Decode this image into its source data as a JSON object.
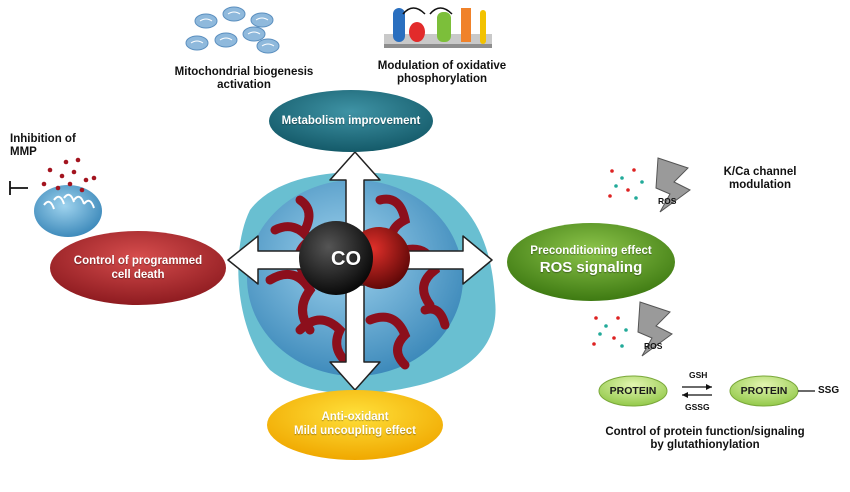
{
  "center": {
    "label": "CO"
  },
  "nodes": {
    "top": "Metabolism improvement",
    "left_line1": "Control of programmed",
    "left_line2": "cell death",
    "right_line1": "Preconditioning effect",
    "right_line2": "ROS signaling",
    "bottom_line1": "Anti-oxidant",
    "bottom_line2": "Mild uncoupling effect"
  },
  "annotations": {
    "mito_bio_line1": "Mitochondrial biogenesis",
    "mito_bio_line2": "activation",
    "oxphos_line1": "Modulation of oxidative",
    "oxphos_line2": "phosphorylation",
    "mmp_line1": "Inhibition of",
    "mmp_line2": "MMP",
    "kca_line1": "K/Ca channel",
    "kca_line2": "modulation",
    "ros_1": "ROS",
    "ros_2": "ROS",
    "protein_left": "PROTEIN",
    "protein_right": "PROTEIN",
    "gsh": "GSH",
    "gssg": "GSSG",
    "ssg": "SSG",
    "glut_line1": "Control of protein function/signaling",
    "glut_line2": "by glutathionylation"
  },
  "colors": {
    "teal": "#1e6f80",
    "red_oval": "#b02a2f",
    "green_oval": "#4f8f1f",
    "yellow_oval": "#f2b500",
    "mito_blue": "#5b9fd0",
    "mito_red": "#9b111e",
    "protein_green": "#bfe07a"
  },
  "icons": [
    "mitochondrion-icon",
    "membrane-complex-icon",
    "lightning-icon",
    "ros-particles-icon"
  ]
}
